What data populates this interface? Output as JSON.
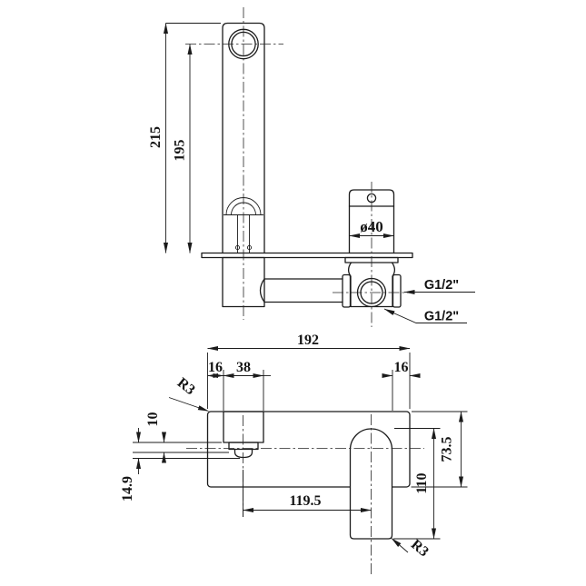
{
  "drawing": {
    "background": "#ffffff",
    "ink": "#1b1b1b",
    "upper_view": {
      "dim_height_total": "215",
      "dim_height_to_spout_axis": "195",
      "dim_handle_diameter": "ø40",
      "label_inlet_thread": "G1/2\"",
      "label_outlet_thread": "G1/2\""
    },
    "lower_view": {
      "dim_plate_width": "192",
      "dim_left_margin": "16",
      "dim_spout_block_width": "38",
      "dim_right_margin": "16",
      "label_plate_corner_radius": "R3",
      "dim_spout_underside_offset": "10",
      "dim_spout_tip_offset": "14.9",
      "dim_spout_to_handle_centers": "119.5",
      "dim_handle_height": "110",
      "dim_plate_height": "73.5",
      "label_handle_corner_radius": "R3"
    }
  }
}
